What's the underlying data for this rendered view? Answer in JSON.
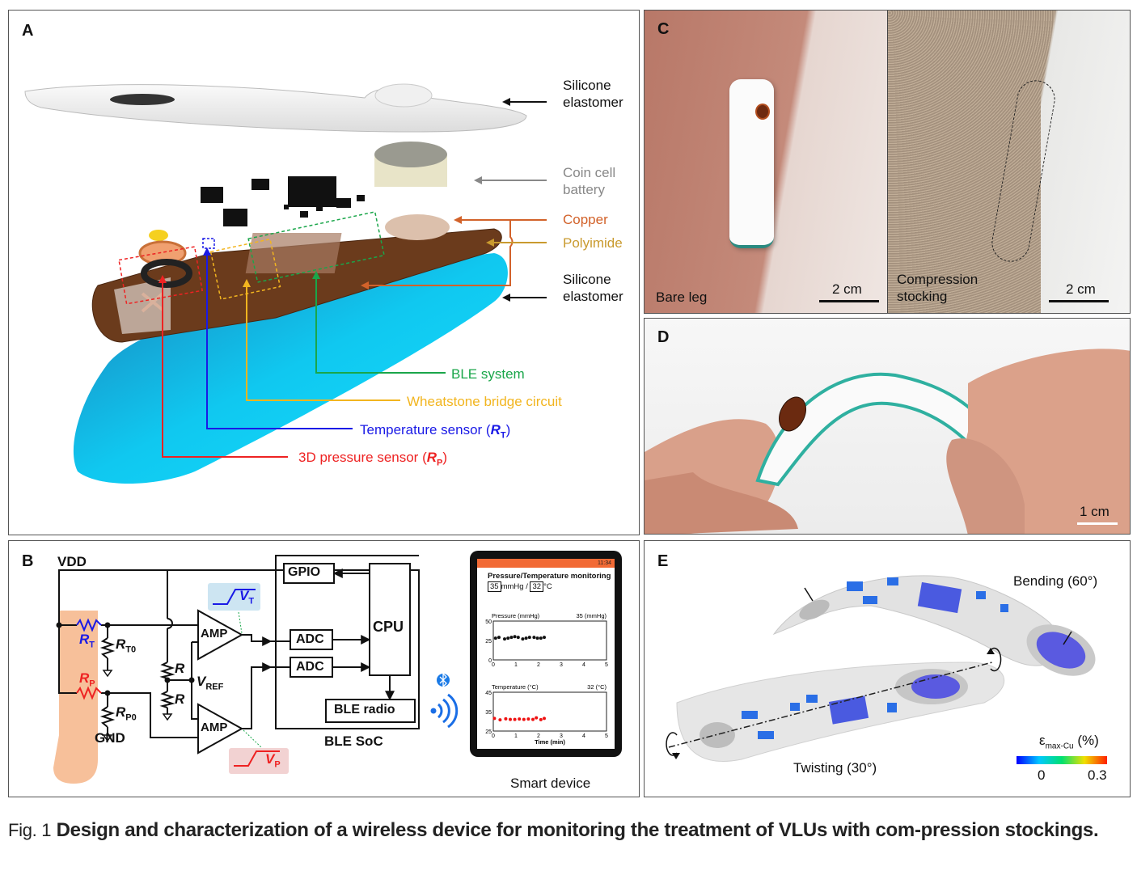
{
  "panels": {
    "A": {
      "label": "A",
      "callouts": {
        "silicone_top": [
          "Silicone",
          "elastomer"
        ],
        "coin_cell": [
          "Coin cell",
          "battery"
        ],
        "copper": "Copper",
        "polyimide": "Polyimide",
        "silicone_bottom": [
          "Silicone",
          "elastomer"
        ],
        "ble_system": "BLE system",
        "wheatstone": "Wheatstone bridge circuit",
        "temp_sensor": "Temperature sensor (",
        "temp_sym": "R",
        "temp_sub": "T",
        "pressure_sensor": "3D pressure sensor (",
        "pressure_sym": "R",
        "pressure_sub": "P",
        "close_paren": ")"
      },
      "colors": {
        "copper": "#d2622a",
        "polyimide": "#c99a2e",
        "ble": "#1aa64a",
        "wheatstone": "#f2b51f",
        "temperature": "#1a1ae6",
        "pressure": "#ee2222",
        "coin": "#888888"
      }
    },
    "B": {
      "label": "B",
      "vdd": "VDD",
      "gnd": "GND",
      "rt": "R",
      "rt_sub": "T",
      "rt0": "R",
      "rt0_sub": "T0",
      "rp": "R",
      "rp_sub": "P",
      "rp0": "R",
      "rp0_sub": "P0",
      "r": "R",
      "vref": "V",
      "vref_sub": "REF",
      "amp": "AMP",
      "vt": "V",
      "vt_sub": "T",
      "vp": "V",
      "vp_sub": "P",
      "gpio": "GPIO",
      "adc": "ADC",
      "cpu": "CPU",
      "ble_radio": "BLE radio",
      "ble_soc": "BLE SoC",
      "smart_device_label": "Smart device",
      "phone": {
        "status_time": "11:34",
        "title": "Pressure/Temperature monitoring",
        "pressure_value": "35",
        "pressure_unit": "mmHg",
        "separator": "/",
        "temp_value": "32",
        "temp_unit": "°C"
      }
    },
    "C": {
      "label": "C",
      "left_caption": "Bare leg",
      "right_caption": [
        "Compression",
        "stocking"
      ],
      "scale_left": "2 cm",
      "scale_right": "2 cm"
    },
    "D": {
      "label": "D",
      "scale": "1 cm"
    },
    "E": {
      "label": "E",
      "bending": "Bending (60°)",
      "twisting": "Twisting (30°)",
      "colorbar_title": "ε",
      "colorbar_sub": "max-Cu",
      "colorbar_unit": " (%)",
      "colorbar_min": "0",
      "colorbar_max": "0.3"
    }
  },
  "caption": {
    "fig": "Fig. 1",
    "text": "Design and characterization of a wireless device for monitoring the treatment of VLUs with com-pression stockings."
  },
  "chart_data": [
    {
      "type": "scatter",
      "title": "Pressure (mmHg)",
      "annotation": "35 (mmHg)",
      "xlabel": "",
      "ylabel": "Pressure (mmHg)",
      "xlim": [
        0,
        5
      ],
      "ylim": [
        0,
        50
      ],
      "xticks": [
        "0",
        "1",
        "2",
        "3",
        "4",
        "5"
      ],
      "yticks": [
        "0",
        "25",
        "50"
      ],
      "color": "#111111",
      "x": [
        0.1,
        0.25,
        0.5,
        0.65,
        0.8,
        0.95,
        1.1,
        1.3,
        1.45,
        1.6,
        1.8,
        1.95,
        2.1,
        2.25
      ],
      "y": [
        28,
        29,
        27,
        28,
        29,
        30,
        29,
        27,
        28,
        29,
        29,
        28,
        28,
        29
      ]
    },
    {
      "type": "scatter",
      "title": "Temperature (°C)",
      "annotation": "32 (°C)",
      "xlabel": "Time (min)",
      "ylabel": "Temperature (°C)",
      "xlim": [
        0,
        5
      ],
      "ylim": [
        25,
        45
      ],
      "xticks": [
        "0",
        "1",
        "2",
        "3",
        "4",
        "5"
      ],
      "yticks": [
        "25",
        "35",
        "45"
      ],
      "color": "#ee1111",
      "x": [
        0.05,
        0.3,
        0.55,
        0.75,
        0.95,
        1.15,
        1.35,
        1.55,
        1.75,
        1.9,
        2.1,
        2.25
      ],
      "y": [
        31.5,
        30.8,
        31.3,
        31,
        31,
        31.2,
        31,
        31.2,
        31,
        31.8,
        30.9,
        31.5
      ]
    }
  ]
}
